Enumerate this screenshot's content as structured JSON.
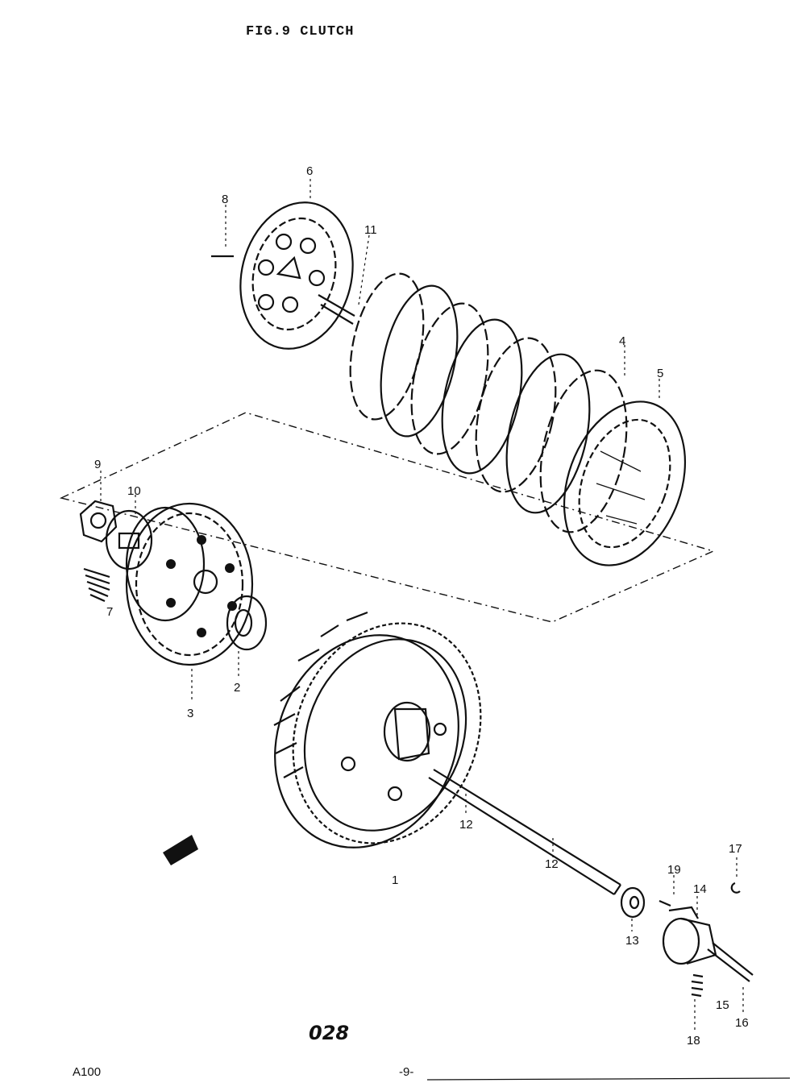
{
  "figure": {
    "title": "FIG.9  CLUTCH",
    "model": "A100",
    "page": "-9-",
    "code": "028"
  },
  "callouts": [
    {
      "id": "1",
      "label": "1"
    },
    {
      "id": "2",
      "label": "2"
    },
    {
      "id": "3",
      "label": "3"
    },
    {
      "id": "4",
      "label": "4"
    },
    {
      "id": "5",
      "label": "5"
    },
    {
      "id": "6",
      "label": "6"
    },
    {
      "id": "7",
      "label": "7"
    },
    {
      "id": "8",
      "label": "8"
    },
    {
      "id": "9",
      "label": "9"
    },
    {
      "id": "10",
      "label": "10"
    },
    {
      "id": "11",
      "label": "11"
    },
    {
      "id": "12a",
      "label": "12"
    },
    {
      "id": "12b",
      "label": "12"
    },
    {
      "id": "13",
      "label": "13"
    },
    {
      "id": "14",
      "label": "14"
    },
    {
      "id": "15",
      "label": "15"
    },
    {
      "id": "16",
      "label": "16"
    },
    {
      "id": "17",
      "label": "17"
    },
    {
      "id": "18",
      "label": "18"
    },
    {
      "id": "19",
      "label": "19"
    }
  ]
}
